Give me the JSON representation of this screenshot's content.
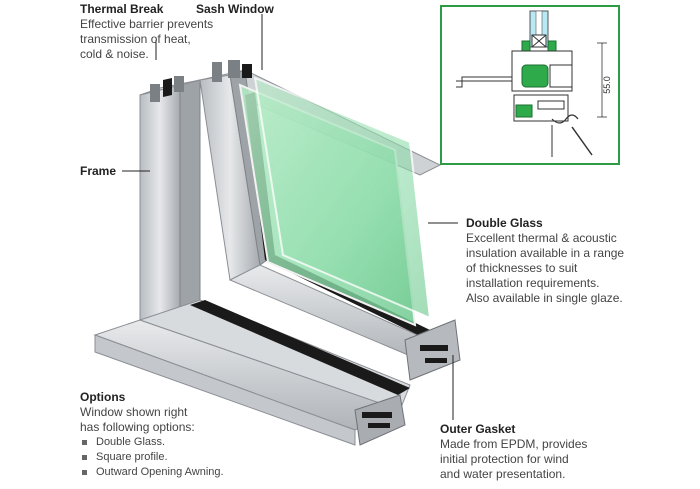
{
  "labels": {
    "thermal_break": {
      "title": "Thermal Break",
      "desc": "Effective barrier prevents\ntransmission of heat,\ncold & noise."
    },
    "sash_window": {
      "title": "Sash Window"
    },
    "frame": {
      "title": "Frame"
    },
    "double_glass": {
      "title": "Double Glass",
      "desc": "Excellent thermal & acoustic\ninsulation available in a range\nof thicknesses to suit\ninstallation requirements.\nAlso available in single glaze."
    },
    "options": {
      "title": "Options",
      "desc": "Window shown right\nhas following options:",
      "items": [
        "Double Glass.",
        "Square profile.",
        "Outward Opening Awning."
      ]
    },
    "outer_gasket": {
      "title": "Outer Gasket",
      "desc": "Made from EPDM, provides\ninitial protection for wind\nand water presentation."
    }
  },
  "inset": {
    "dimension": "55.0"
  },
  "colors": {
    "glass": "#7fd4a0",
    "aluminium": "#c9cccf",
    "gasket": "#1a1a1a",
    "inset_border": "#2e9b47",
    "inset_accent": "#2faa4a"
  }
}
